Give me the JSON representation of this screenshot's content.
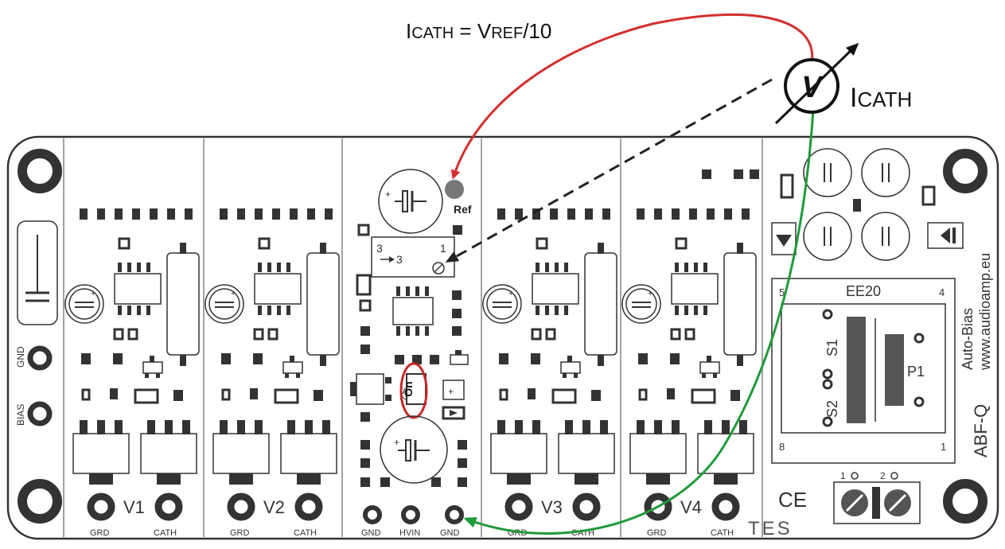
{
  "formula": {
    "lhs_main": "I",
    "lhs_sub": "CATH",
    "equals": " = ",
    "rhs_main": "V",
    "rhs_sub": "REF",
    "rhs_tail": "/10"
  },
  "meter": {
    "symbol": "V",
    "label_main": "I",
    "label_sub": "CATH"
  },
  "board": {
    "ref_label": "Ref",
    "trimmer_left": "3",
    "trimmer_right": "1",
    "trimmer_mark": "3",
    "switch_label": "S2",
    "switch_state": "On",
    "channels": [
      {
        "name": "V1",
        "grd": "GRD",
        "cath": "CATH"
      },
      {
        "name": "V2",
        "grd": "GRD",
        "cath": "CATH"
      },
      {
        "name": "V3",
        "grd": "GRD",
        "cath": "CATH"
      },
      {
        "name": "V4",
        "grd": "GRD",
        "cath": "CATH"
      }
    ],
    "center_pins": [
      "GND",
      "HVIN",
      "GND"
    ],
    "left_pins": [
      "GND",
      "BIAS"
    ],
    "transformer": {
      "model": "EE20",
      "pin5": "5",
      "pin4": "4",
      "pin8": "8",
      "pin1": "1",
      "s1": "S1",
      "s2": "S2",
      "p1": "P1"
    },
    "terminal": {
      "pin1": "1",
      "pin2": "2"
    },
    "brand_line1": "Auto-Bias",
    "brand_line2": "www.audioamp.eu",
    "model_name": "ABF-Q",
    "ce_mark": "CE",
    "maker": "TES"
  },
  "colors": {
    "red_wire": "#d32f2f",
    "green_wire": "#1f9a3a",
    "dashed": "#222222",
    "silkscreen": "#333333",
    "ref_pad": "#777777"
  }
}
